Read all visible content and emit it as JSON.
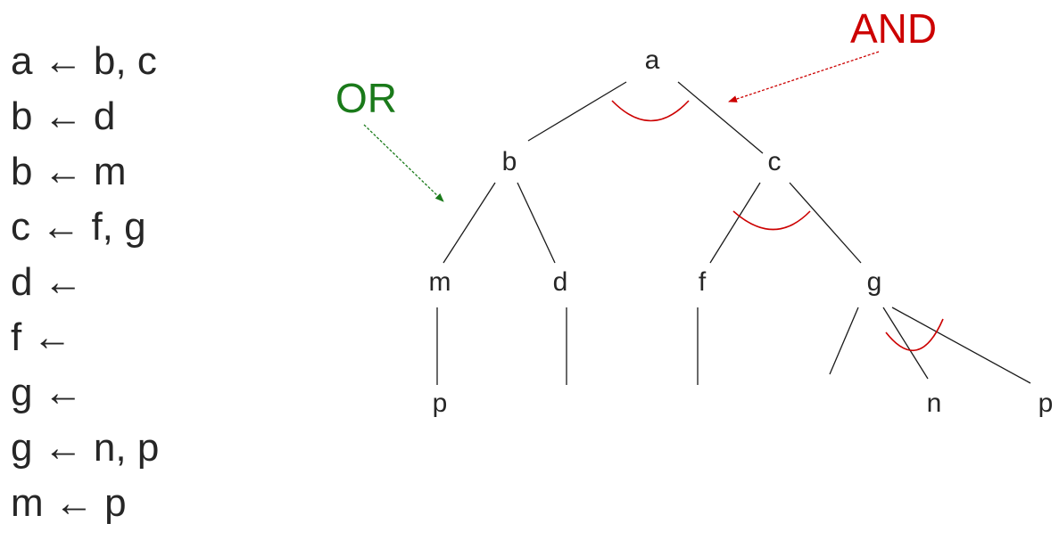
{
  "rules": [
    "a ← b, c",
    "b ← d",
    "b ← m",
    "c ← f, g",
    "d ←",
    "f ←",
    "g ←",
    "g ← n, p",
    "m ← p"
  ],
  "tree": {
    "nodes": {
      "a": "a",
      "b": "b",
      "c": "c",
      "m": "m",
      "d": "d",
      "f": "f",
      "g": "g",
      "p_under_m": "p",
      "n": "n",
      "p_under_g": "p"
    }
  },
  "annotations": {
    "or_label": "OR",
    "and_label": "AND",
    "or_color": "#1a7a1a",
    "and_color": "#cc0000"
  }
}
